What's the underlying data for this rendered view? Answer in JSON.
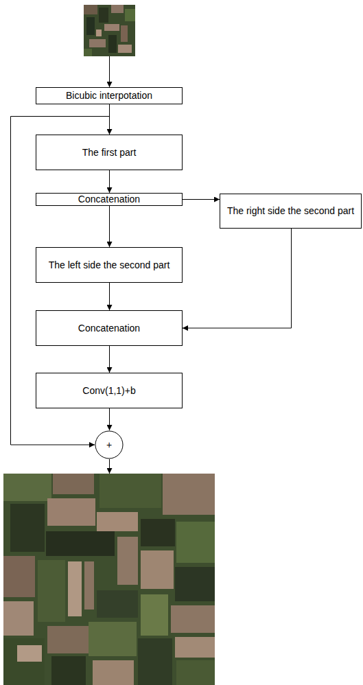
{
  "diagram": {
    "nodes": [
      {
        "text": [
          "Bicubic interpotation"
        ]
      },
      {
        "text": [
          "The first part"
        ]
      },
      {
        "text": [
          "Concatenation"
        ]
      },
      {
        "text": [
          "The right side the second part"
        ]
      },
      {
        "text": [
          "The left side the second part"
        ]
      },
      {
        "text": [
          "Concatenation"
        ]
      },
      {
        "text": [
          "Conv(1,1)+b"
        ]
      },
      {
        "text": [
          "+"
        ]
      }
    ],
    "edges": [
      {
        "from": 0,
        "to": 1,
        "arrow": "to"
      },
      {
        "from": 0,
        "to": 7,
        "arrow": "to"
      },
      {
        "from": 1,
        "to": 2,
        "arrow": "to"
      },
      {
        "from": 2,
        "to": 4,
        "arrow": "to"
      },
      {
        "from": 2,
        "to": 3,
        "arrow": "to"
      },
      {
        "from": 4,
        "to": 5,
        "arrow": "to"
      },
      {
        "from": 3,
        "to": 5,
        "arrow": "to"
      },
      {
        "from": 5,
        "to": 6,
        "arrow": "to"
      },
      {
        "from": 6,
        "to": 7,
        "arrow": "to"
      }
    ]
  }
}
